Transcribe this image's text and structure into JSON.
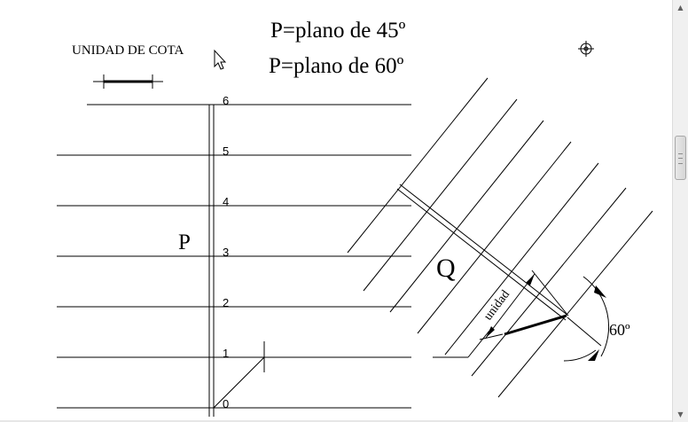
{
  "header": {
    "line1": "P=plano de 45º",
    "line2": "P=plano de 60º",
    "unit_label": "UNIDAD DE COTA"
  },
  "scale": {
    "ticks": [
      "0",
      "1",
      "2",
      "3",
      "4",
      "5",
      "6"
    ]
  },
  "plane_labels": {
    "p": "P",
    "q": "Q",
    "unidad": "unidad",
    "angle": "60º"
  },
  "icons": {
    "cursor": "arrow-cursor-icon",
    "target": "crosshair-target-icon"
  },
  "colors": {
    "background": "#ffffff",
    "lines": "#000000",
    "scrollbar": "#f0f0f0"
  }
}
